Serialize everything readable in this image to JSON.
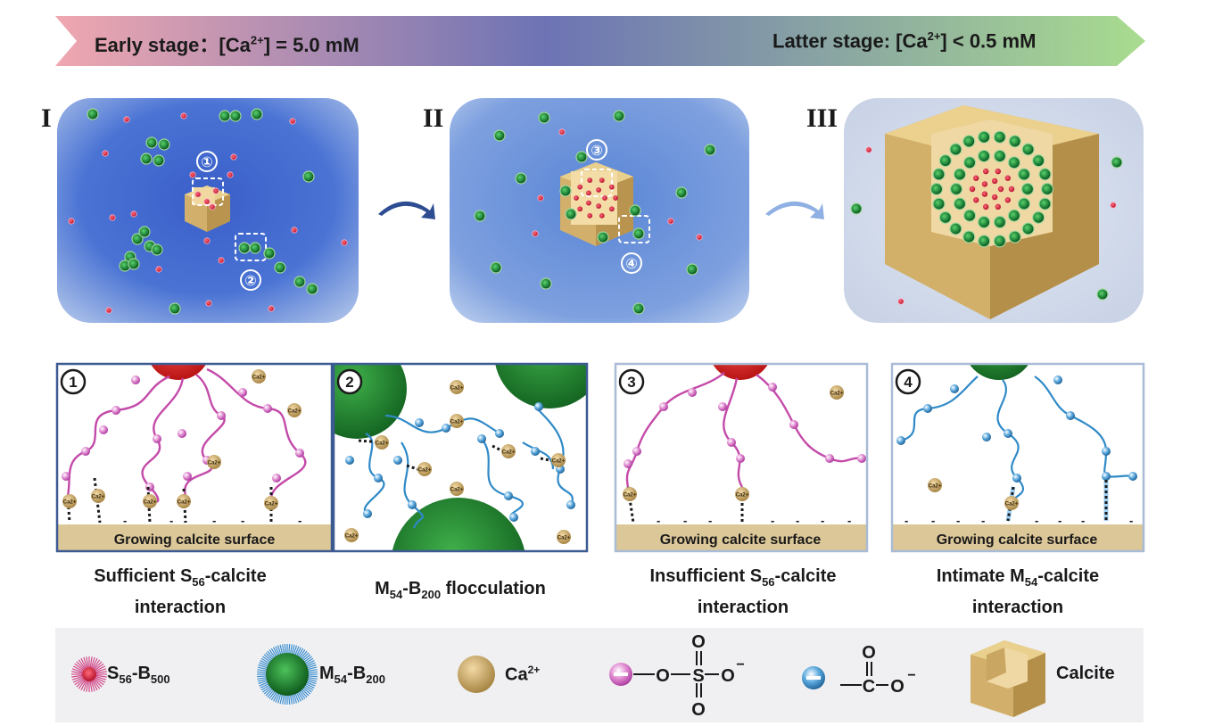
{
  "banner": {
    "early_prefix": "Early stage：[Ca",
    "early_sup": "2+",
    "early_suffix": "] = 5.0 mM",
    "latter_prefix": "Latter stage: [Ca",
    "latter_sup": "2+",
    "latter_suffix": "] < 0.5 mM",
    "gradient_start": "#f0a7b0",
    "gradient_mid": "#6d73b4",
    "gradient_end": "#a9dc8f"
  },
  "stages": [
    {
      "label": "I"
    },
    {
      "label": "II"
    },
    {
      "label": "III"
    }
  ],
  "callouts": [
    "①",
    "②",
    "③",
    "④"
  ],
  "panels": [
    {
      "number": "1",
      "surface_label": "Growing calcite surface",
      "ion_label": "Ca2+"
    },
    {
      "number": "2",
      "ion_label": "Ca2+"
    },
    {
      "number": "3",
      "surface_label": "Growing calcite surface",
      "ion_label": "Ca2+"
    },
    {
      "number": "4",
      "surface_label": "Growing calcite surface",
      "ion_label": "Ca2+"
    }
  ],
  "captions": {
    "c1": {
      "line1_prefix": "Sufficient S",
      "line1_sub": "56",
      "line1_suffix": "-calcite",
      "line2": "interaction"
    },
    "c2": {
      "prefix": "M",
      "sub1": "54",
      "mid": "-B",
      "sub2": "200",
      "suffix": " flocculation"
    },
    "c3": {
      "line1_prefix": "Insufficient S",
      "line1_sub": "56",
      "line1_suffix": "-calcite",
      "line2": "interaction"
    },
    "c4": {
      "line1_prefix": "Intimate M",
      "line1_sub": "54",
      "line1_suffix": "-calcite",
      "line2": "interaction"
    }
  },
  "legend": {
    "s_prefix": "S",
    "s_sub1": "56",
    "s_mid": "-B",
    "s_sub2": "500",
    "m_prefix": "M",
    "m_sub1": "54",
    "m_mid": "-B",
    "m_sub2": "200",
    "ca_prefix": "Ca",
    "ca_sup": "2+",
    "sulfate": {
      "o": "O",
      "s": "S",
      "minus": "−"
    },
    "carboxylate": {
      "o": "O",
      "c": "C",
      "minus": "−"
    },
    "calcite": "Calcite"
  },
  "colors": {
    "sulfate_pink": "#d15fb8",
    "carboxylate_blue": "#2f8ac7",
    "calcite_tan": "#d9bb79",
    "green_particle": "#1f8a3b",
    "red_particle": "#d42030"
  }
}
